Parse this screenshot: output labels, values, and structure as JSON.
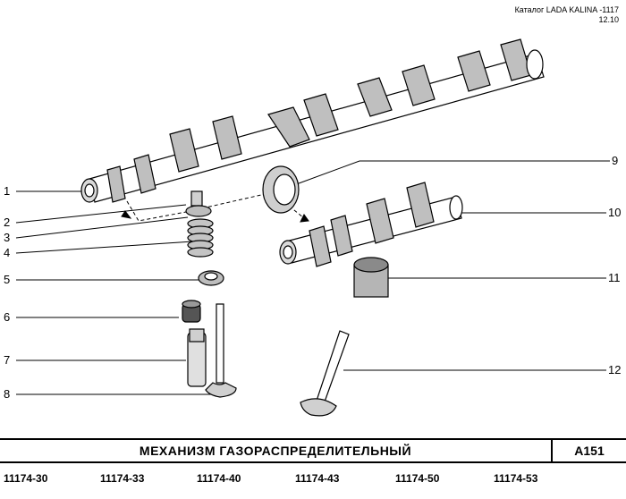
{
  "header": {
    "catalog_line": "Каталог LADA KALINA -1117",
    "date": "12.10"
  },
  "title": "МЕХАНИЗМ ГАЗОРАСПРЕДЕЛИТЕЛЬНЫЙ",
  "page_code": "А151",
  "callouts": [
    "1",
    "2",
    "3",
    "4",
    "5",
    "6",
    "7",
    "8",
    "9",
    "10",
    "11",
    "12"
  ],
  "part_codes": [
    "11174-30",
    "11174-33",
    "11174-40",
    "11174-43",
    "11174-50",
    "11174-53"
  ],
  "colors": {
    "ink": "#000000",
    "paper": "#ffffff",
    "shade": "#9a9a9a"
  }
}
